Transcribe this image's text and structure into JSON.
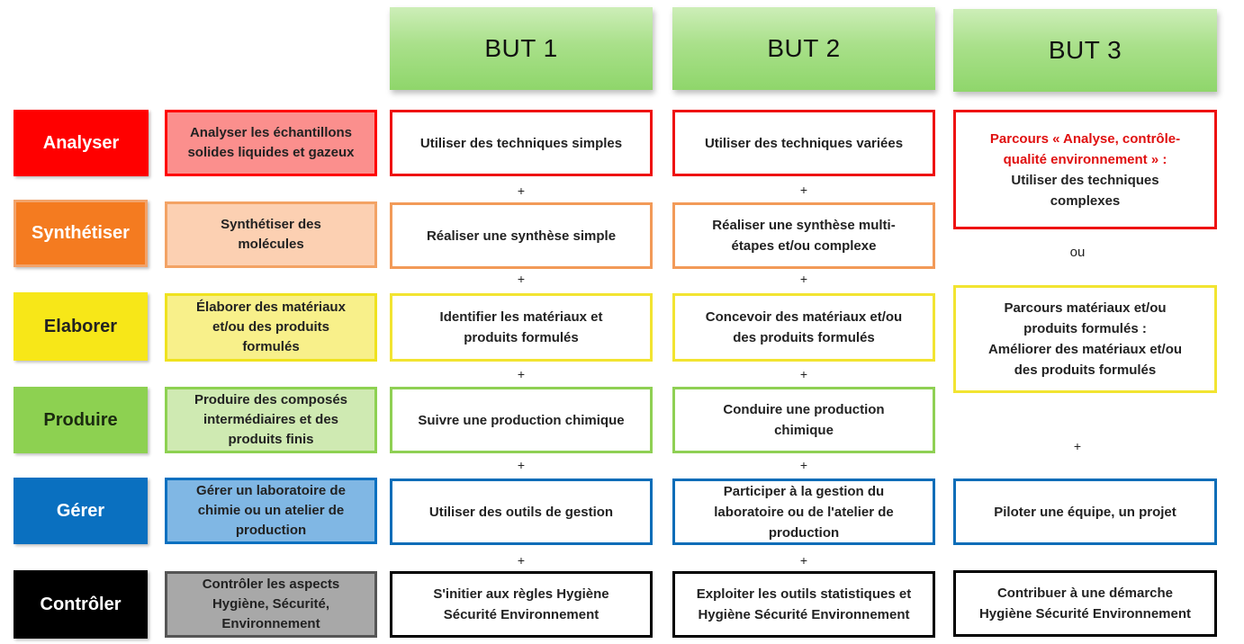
{
  "headers": {
    "but1": "BUT 1",
    "but2": "BUT 2",
    "but3": "BUT 3"
  },
  "competences": {
    "analyser": "Analyser",
    "synthetiser": "Synthétiser",
    "elaborer": "Elaborer",
    "produire": "Produire",
    "gerer": "Gérer",
    "controler": "Contrôler"
  },
  "descriptions": {
    "analyser": [
      "Analyser les échantillons",
      "solides liquides et gazeux"
    ],
    "synthetiser": [
      "Synthétiser des",
      "molécules"
    ],
    "elaborer": [
      "Élaborer des matériaux",
      "et/ou des produits",
      "formulés"
    ],
    "produire": [
      "Produire des composés",
      "intermédiaires et des",
      "produits finis"
    ],
    "gerer": [
      "Gérer un laboratoire de",
      "chimie ou un atelier de",
      "production"
    ],
    "controler": [
      "Contrôler les aspects",
      "Hygiène, Sécurité,",
      "Environnement"
    ]
  },
  "but1": {
    "analyser": [
      "Utiliser des techniques simples"
    ],
    "synthetiser": [
      "Réaliser une synthèse simple"
    ],
    "elaborer": [
      "Identifier les matériaux et",
      "produits formulés"
    ],
    "produire": [
      "Suivre une production chimique"
    ],
    "gerer": [
      "Utiliser des outils de gestion"
    ],
    "controler": [
      "S'initier aux règles Hygiène",
      "Sécurité Environnement"
    ]
  },
  "but2": {
    "analyser": [
      "Utiliser des techniques variées"
    ],
    "synthetiser": [
      "Réaliser une synthèse multi-",
      "étapes et/ou complexe"
    ],
    "elaborer": [
      "Concevoir des matériaux et/ou",
      "des produits formulés"
    ],
    "produire": [
      "Conduire une production",
      "chimique"
    ],
    "gerer": [
      "Participer à la gestion du",
      "laboratoire ou de l'atelier de",
      "production"
    ],
    "controler": [
      "Exploiter les outils statistiques et",
      "Hygiène Sécurité Environnement"
    ]
  },
  "but3": {
    "analyse_title": [
      "Parcours « Analyse, contrôle-",
      "qualité environnement » :"
    ],
    "analyse_body": [
      "Utiliser des techniques",
      "complexes"
    ],
    "materiaux": [
      "Parcours matériaux et/ou",
      "produits formulés :",
      "Améliorer des matériaux et/ou",
      "des produits formulés"
    ],
    "gerer": [
      "Piloter une équipe, un projet"
    ],
    "controler": [
      "Contribuer à une démarche",
      "Hygiène Sécurité Environnement"
    ]
  },
  "connectors": {
    "plus": "+",
    "ou": "ou"
  },
  "colors": {
    "analyser": "#ff0000",
    "synthetiser": "#f47b20",
    "elaborer": "#f7e718",
    "produire": "#8dd151",
    "gerer": "#0a70c0",
    "controler": "#000000",
    "but_header": "#a9e08a"
  }
}
